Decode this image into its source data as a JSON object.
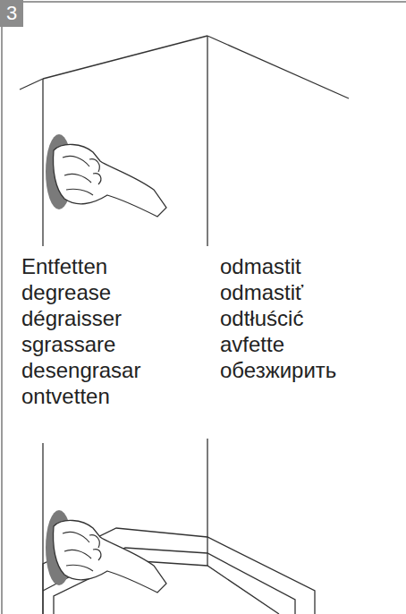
{
  "diagram": {
    "nodes": [
      {
        "text": [
          "3"
        ]
      }
    ],
    "labels": [
      "Entfetten",
      "degrease",
      "dégraisser",
      "sgrassare",
      "desengrasar",
      "ontvetten",
      "odmastit",
      "odmastiť",
      "odtłuścić",
      "avfette",
      "обезжирить"
    ]
  }
}
